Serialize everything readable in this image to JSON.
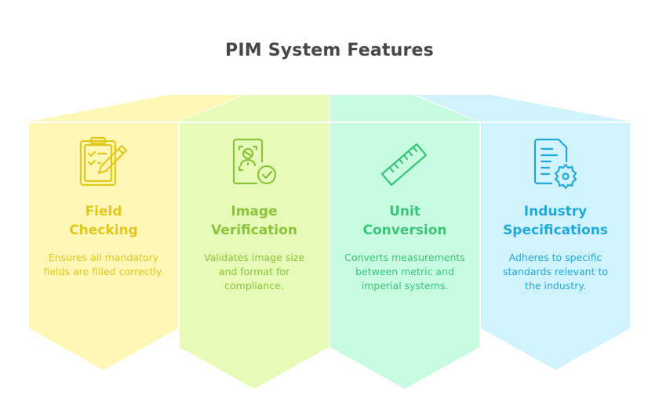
{
  "title": "PIM System Features",
  "features": [
    {
      "icon": "clipboard-checklist-pencil-icon",
      "title_line1": "Field",
      "title_line2": "Checking",
      "description": "Ensures all mandatory fields are filled correctly.",
      "fill": "#fef7b6",
      "accent": "#e0c81c"
    },
    {
      "icon": "image-face-verify-check-icon",
      "title_line1": "Image",
      "title_line2": "Verification",
      "description": "Validates image size and format for compliance.",
      "fill": "#e6fbb8",
      "accent": "#8dc23c"
    },
    {
      "icon": "ruler-icon",
      "title_line1": "Unit",
      "title_line2": "Conversion",
      "description": "Converts measurements between metric and imperial systems.",
      "fill": "#c8fce1",
      "accent": "#3ac47a"
    },
    {
      "icon": "document-gear-icon",
      "title_line1": "Industry",
      "title_line2": "Specifications",
      "description": "Adheres to specific standards relevant to the industry.",
      "fill": "#d1f3fd",
      "accent": "#22a9dc"
    }
  ]
}
